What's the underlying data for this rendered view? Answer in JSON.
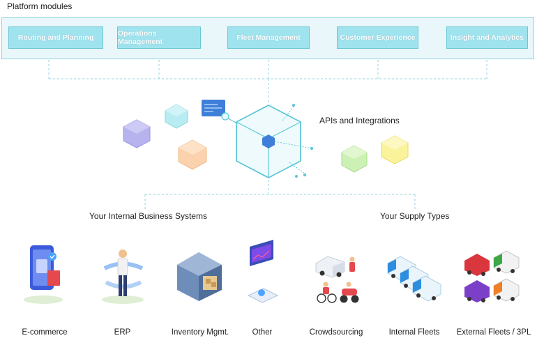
{
  "platform": {
    "title": "Platform modules",
    "modules": [
      "Routing and Planning",
      "Operations Management",
      "Fleet Management",
      "Customer Experience",
      "Insight and Analytics"
    ]
  },
  "apis": {
    "label": "APIs and Integrations"
  },
  "internal": {
    "title": "Your Internal Business Systems",
    "cards": [
      "E-commerce",
      "ERP",
      "Inventory Mgmt.",
      "Other"
    ]
  },
  "supply": {
    "title": "Your Supply Types",
    "cards": [
      "Crowdsourcing",
      "Internal Fleets",
      "External Fleets / 3PL"
    ]
  },
  "colors": {
    "accent": "#5ec8d8",
    "internal_bg": "#eef8e8",
    "supply_bg": "#fbf8d4"
  }
}
